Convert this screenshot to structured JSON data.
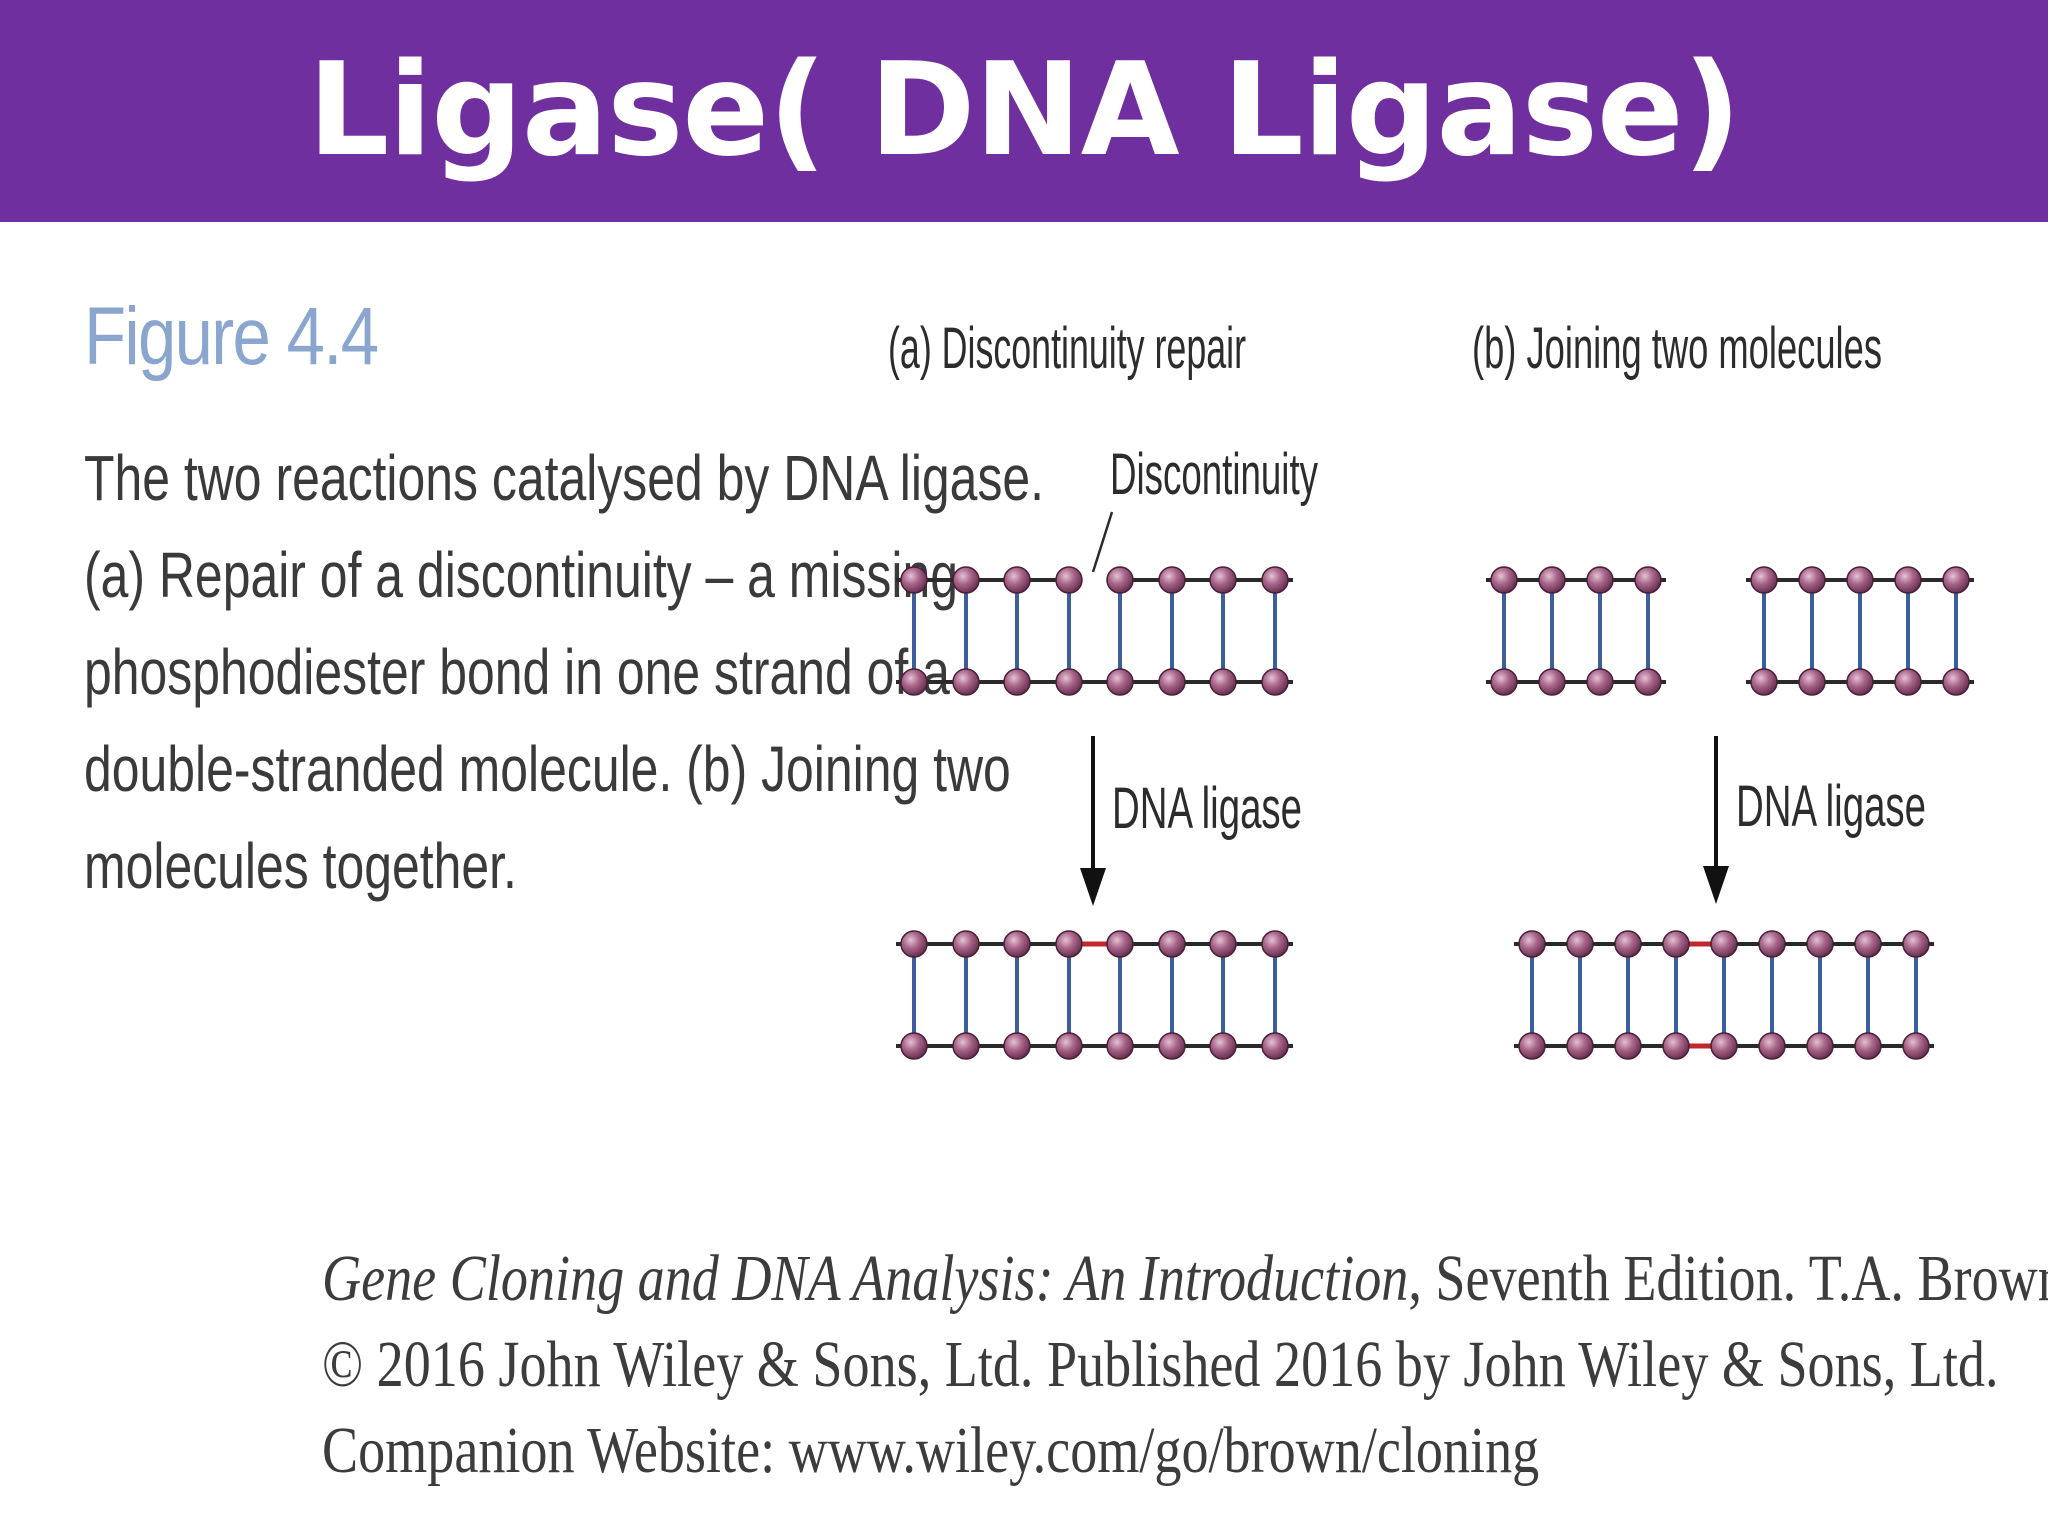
{
  "title": "Ligase( DNA Ligase)",
  "figure": {
    "label": "Figure 4.4",
    "caption_lines": [
      "The two reactions catalysed by DNA ligase.",
      "(a) Repair of a discontinuity – a missing",
      "phosphodiester bond in one strand of a",
      "double-stranded molecule. (b) Joining two",
      "molecules together."
    ]
  },
  "panel_a": {
    "heading": "(a) Discontinuity repair",
    "callout": "Discontinuity",
    "arrow_label": "DNA ligase"
  },
  "panel_b": {
    "heading": "(b) Joining two molecules",
    "arrow_label": "DNA ligase"
  },
  "credits": {
    "book_title": "Gene Cloning and DNA Analysis: An Introduction",
    "line1_rest": ", Seventh Edition. T.A. Brown.",
    "line2": "© 2016 John Wiley & Sons, Ltd. Published 2016 by John Wiley & Sons, Ltd.",
    "line3": "Companion Website: www.wiley.com/go/brown/cloning"
  },
  "colors": {
    "title_bar": "#6f2f9f",
    "nucleotide": "#9c5577",
    "base_pair": "#3a5f9a",
    "new_bond": "#c0282e"
  }
}
